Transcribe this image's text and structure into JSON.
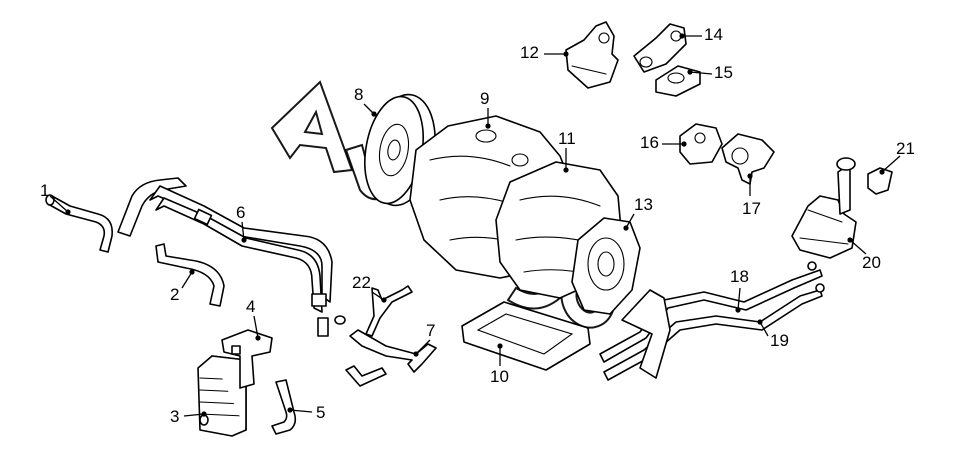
{
  "diagram": {
    "callouts": [
      {
        "id": "1"
      },
      {
        "id": "2"
      },
      {
        "id": "3"
      },
      {
        "id": "4"
      },
      {
        "id": "5"
      },
      {
        "id": "6"
      },
      {
        "id": "7"
      },
      {
        "id": "8"
      },
      {
        "id": "9"
      },
      {
        "id": "10"
      },
      {
        "id": "11"
      },
      {
        "id": "12"
      },
      {
        "id": "13"
      },
      {
        "id": "14"
      },
      {
        "id": "15"
      },
      {
        "id": "16"
      },
      {
        "id": "17"
      },
      {
        "id": "18"
      },
      {
        "id": "19"
      },
      {
        "id": "20"
      },
      {
        "id": "21"
      },
      {
        "id": "22"
      }
    ],
    "watermark": "Autos"
  },
  "colors": {
    "line": "#000000",
    "background": "#ffffff"
  }
}
